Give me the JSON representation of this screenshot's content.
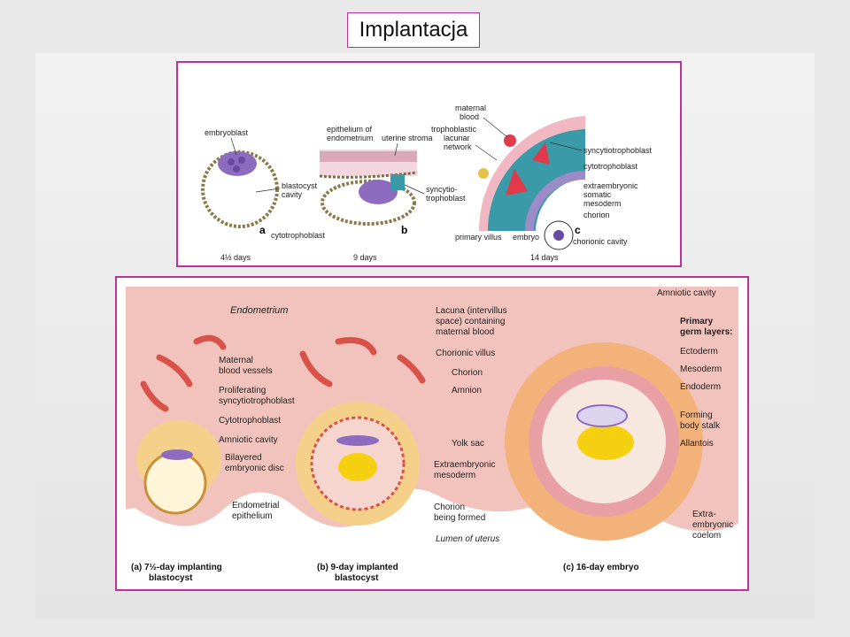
{
  "title": "Implantacja",
  "top_figure": {
    "panel_a": {
      "letter": "a",
      "days": "4½ days",
      "labels": {
        "embryoblast": "embryoblast",
        "blastocyst_cavity_1": "blastocyst",
        "blastocyst_cavity_2": "cavity",
        "cytotrophoblast": "cytotrophoblast"
      }
    },
    "panel_b": {
      "letter": "b",
      "days": "9 days",
      "labels": {
        "epithelium_1": "epithelium of",
        "epithelium_2": "endometrium",
        "uterine_stroma": "uterine stroma",
        "syncytio_1": "syncytio-",
        "syncytio_2": "trophoblast"
      }
    },
    "panel_c": {
      "letter": "c",
      "days": "14 days",
      "labels": {
        "maternal_blood_1": "maternal",
        "maternal_blood_2": "blood",
        "lacunar_1": "trophoblastic",
        "lacunar_2": "lacunar",
        "lacunar_3": "network",
        "syncytiotrophoblast": "syncytiotrophoblast",
        "cytotrophoblast": "cytotrophoblast",
        "extra_1": "extraembryonic",
        "extra_2": "somatic",
        "extra_3": "mesoderm",
        "chorion": "chorion",
        "primary_villus": "primary villus",
        "embryo": "embryo",
        "chorionic_cavity": "chorionic cavity"
      }
    }
  },
  "bottom_figure": {
    "endometrium": "Endometrium",
    "maternal_vessels_1": "Maternal",
    "maternal_vessels_2": "blood vessels",
    "prolif_1": "Proliferating",
    "prolif_2": "syncytiotrophoblast",
    "cytotrophoblast": "Cytotrophoblast",
    "amniotic_cavity": "Amniotic cavity",
    "bilayered_1": "Bilayered",
    "bilayered_2": "embryonic disc",
    "endo_epi_1": "Endometrial",
    "endo_epi_2": "epithelium",
    "lacuna_1": "Lacuna (intervillus",
    "lacuna_2": "space) containing",
    "lacuna_3": "maternal blood",
    "chorionic_villus": "Chorionic villus",
    "chorion": "Chorion",
    "amnion": "Amnion",
    "yolk_sac": "Yolk sac",
    "extra_meso_1": "Extraembryonic",
    "extra_meso_2": "mesoderm",
    "chorion_forming_1": "Chorion",
    "chorion_forming_2": "being formed",
    "lumen": "Lumen of uterus",
    "amniotic_cavity_r": "Amniotic cavity",
    "germ_1": "Primary",
    "germ_2": "germ layers:",
    "ectoderm": "Ectoderm",
    "mesoderm": "Mesoderm",
    "endoderm": "Endoderm",
    "stalk_1": "Forming",
    "stalk_2": "body stalk",
    "allantois": "Allantois",
    "coelom_1": "Extra-",
    "coelom_2": "embryonic",
    "coelom_3": "coelom",
    "cap_a_1": "(a)  7½-day implanting",
    "cap_a_2": "blastocyst",
    "cap_b_1": "(b)  9-day implanted",
    "cap_b_2": "blastocyst",
    "cap_c": "(c)  16-day embryo"
  }
}
